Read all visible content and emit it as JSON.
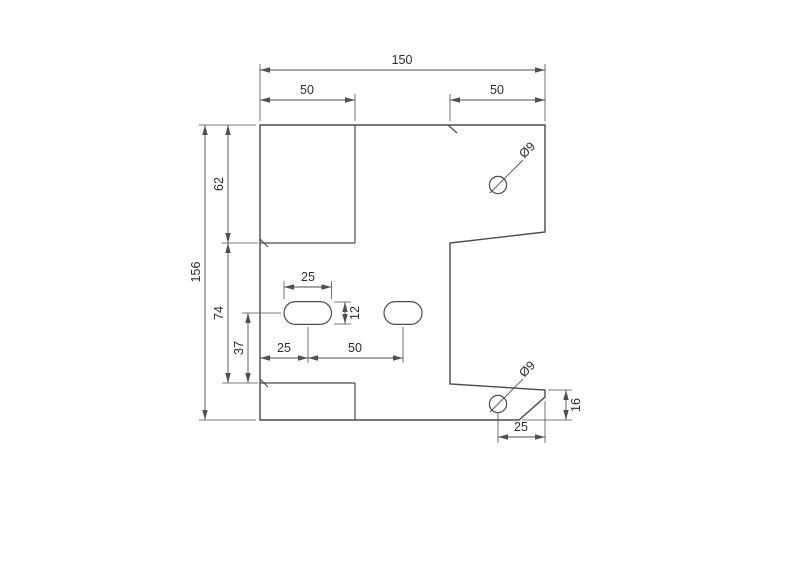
{
  "drawing": {
    "type": "technical-drawing",
    "colors": {
      "background": "#ffffff",
      "line": "#4b4b4b",
      "text": "#2d2d2d"
    },
    "dims": {
      "overall_width": "150",
      "upper_left_tab_width": "50",
      "upper_right_width": "50",
      "overall_height": "156",
      "upper_tab_height": "62",
      "mid_section_height": "74",
      "slot_center_to_step": "37",
      "slot_length": "25",
      "slot_width": "12",
      "edge_to_slot_center": "25",
      "slot_spacing": "50",
      "upper_hole_diameter": "Ø9",
      "lower_hole_diameter": "Ø9",
      "lower_tab_height": "16",
      "lower_hole_offset": "25"
    }
  }
}
